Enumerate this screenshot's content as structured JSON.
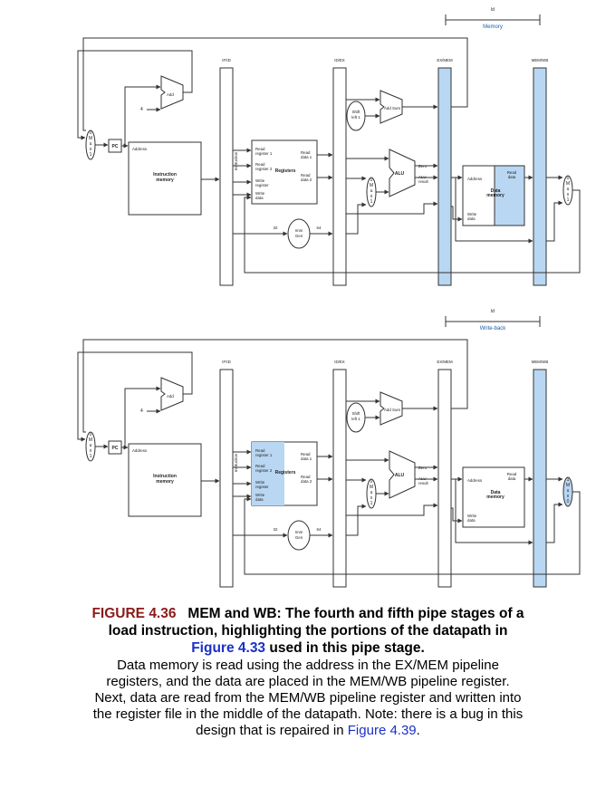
{
  "diagrams": [
    {
      "stage": "Memory",
      "lw_label": "ld",
      "highlight": "memory",
      "pipeline_registers": [
        "IF/ID",
        "ID/EX",
        "EX/MEM",
        "MEM/WB"
      ]
    },
    {
      "stage": "Write-back",
      "lw_label": "ld",
      "highlight": "writeback",
      "pipeline_registers": [
        "IF/ID",
        "ID/EX",
        "EX/MEM",
        "MEM/WB"
      ]
    }
  ],
  "labels": {
    "add": "Add",
    "add_sum": "Add Sum",
    "four": "4",
    "pc": "PC",
    "address": "Address",
    "instruction_memory": [
      "Instruction",
      "memory"
    ],
    "instruction": "Instruction",
    "read_register_1": [
      "Read",
      "register 1"
    ],
    "read_register_2": [
      "Read",
      "register 2"
    ],
    "registers": "Registers",
    "write_register": [
      "Write",
      "register"
    ],
    "write_data": [
      "Write",
      "data"
    ],
    "read_data_1": [
      "Read",
      "data 1"
    ],
    "read_data_2": [
      "Read",
      "data 2"
    ],
    "shift_left": [
      "Shift",
      "left 1"
    ],
    "alu": "ALU",
    "zero": "Zero",
    "alu_result": [
      "ALU",
      "result"
    ],
    "data_address": "Address",
    "read_data": [
      "Read",
      "data"
    ],
    "data_memory": [
      "Data",
      "memory"
    ],
    "mem_write_data": [
      "Write",
      "data"
    ],
    "imm_gen": [
      "Imm",
      "Gen"
    ],
    "bits_32": "32",
    "bits_64": "64",
    "mux": [
      "0",
      "M",
      "u",
      "x",
      "1"
    ],
    "mux_rev": [
      "1",
      "M",
      "u",
      "x",
      "0"
    ]
  },
  "colors": {
    "highlight": "#b9d7f2",
    "stage_text": "#1a5fa8",
    "line": "#333333",
    "figure_number": "#8b1a1a",
    "link": "#1b2fc9"
  },
  "caption": {
    "figure_number": "FIGURE 4.36",
    "title_part1": "MEM and WB: The fourth and fifth pipe stages of a load instruction, highlighting the portions of the datapath in",
    "title_link": "Figure 4.33",
    "title_part2": "used in this pipe stage.",
    "body": "Data memory is read using the address in the EX/MEM pipeline registers, and the data are placed in the MEM/WB pipeline register. Next, data are read from the MEM/WB pipeline register and written into the register file in the middle of the datapath. Note: there is a bug in this design that is repaired in",
    "body_link": "Figure 4.39",
    "body_end": "."
  }
}
